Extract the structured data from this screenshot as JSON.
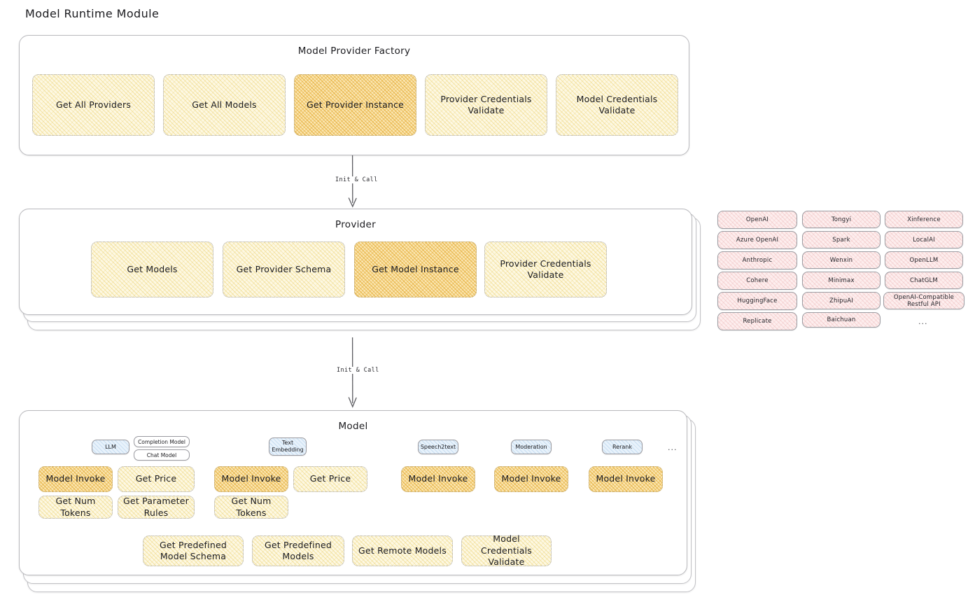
{
  "page": {
    "title": "Model Runtime Module"
  },
  "factory": {
    "title": "Model Provider Factory",
    "boxes": [
      {
        "label": "Get All Providers",
        "highlight": false
      },
      {
        "label": "Get All Models",
        "highlight": false
      },
      {
        "label": "Get Provider Instance",
        "highlight": true
      },
      {
        "label": "Provider Credentials Validate",
        "highlight": false
      },
      {
        "label": "Model Credentials Validate",
        "highlight": false
      }
    ]
  },
  "arrows": [
    {
      "label": "Init & Call"
    },
    {
      "label": "Init & Call"
    }
  ],
  "provider": {
    "title": "Provider",
    "boxes": [
      {
        "label": "Get Models",
        "highlight": false
      },
      {
        "label": "Get Provider Schema",
        "highlight": false
      },
      {
        "label": "Get Model Instance",
        "highlight": true
      },
      {
        "label": "Provider Credentials Validate",
        "highlight": false
      }
    ]
  },
  "provider_list": {
    "columns": [
      {
        "items": [
          "OpenAI",
          "Azure OpenAI",
          "Anthropic",
          "Cohere",
          "HuggingFace",
          "Replicate"
        ]
      },
      {
        "items": [
          "Tongyi",
          "Spark",
          "Wenxin",
          "Minimax",
          "ZhipuAI",
          "Baichuan"
        ]
      },
      {
        "items": [
          "Xinference",
          "LocalAI",
          "OpenLLM",
          "ChatGLM",
          "OpenAI-Compatible Restful API"
        ]
      }
    ],
    "ellipsis": "..."
  },
  "model": {
    "title": "Model",
    "ellipsis": "...",
    "types": [
      {
        "badge": "LLM",
        "sub_badges": [
          "Completion Model",
          "Chat Model"
        ],
        "methods": [
          {
            "label": "Model Invoke",
            "highlight": true
          },
          {
            "label": "Get Price",
            "highlight": false
          },
          {
            "label": "Get Num Tokens",
            "highlight": false
          },
          {
            "label": "Get Parameter Rules",
            "highlight": false
          }
        ]
      },
      {
        "badge": "Text Embedding",
        "sub_badges": [],
        "methods": [
          {
            "label": "Model Invoke",
            "highlight": true
          },
          {
            "label": "Get Price",
            "highlight": false
          },
          {
            "label": "Get Num Tokens",
            "highlight": false
          }
        ]
      },
      {
        "badge": "Speech2text",
        "sub_badges": [],
        "methods": [
          {
            "label": "Model Invoke",
            "highlight": true
          }
        ]
      },
      {
        "badge": "Moderation",
        "sub_badges": [],
        "methods": [
          {
            "label": "Model Invoke",
            "highlight": true
          }
        ]
      },
      {
        "badge": "Rerank",
        "sub_badges": [],
        "methods": [
          {
            "label": "Model Invoke",
            "highlight": true
          }
        ]
      }
    ],
    "shared_methods": [
      {
        "label": "Get Predefined Model Schema"
      },
      {
        "label": "Get Predefined Models"
      },
      {
        "label": "Get Remote Models"
      },
      {
        "label": "Model Credentials Validate"
      }
    ]
  },
  "colors": {
    "light_fill": "#fdf8e3",
    "dark_fill": "#fbe7b4",
    "pill_fill": "#fdeeee",
    "badge_fill": "#e8f2fb",
    "stroke": "#b9b9bd"
  }
}
